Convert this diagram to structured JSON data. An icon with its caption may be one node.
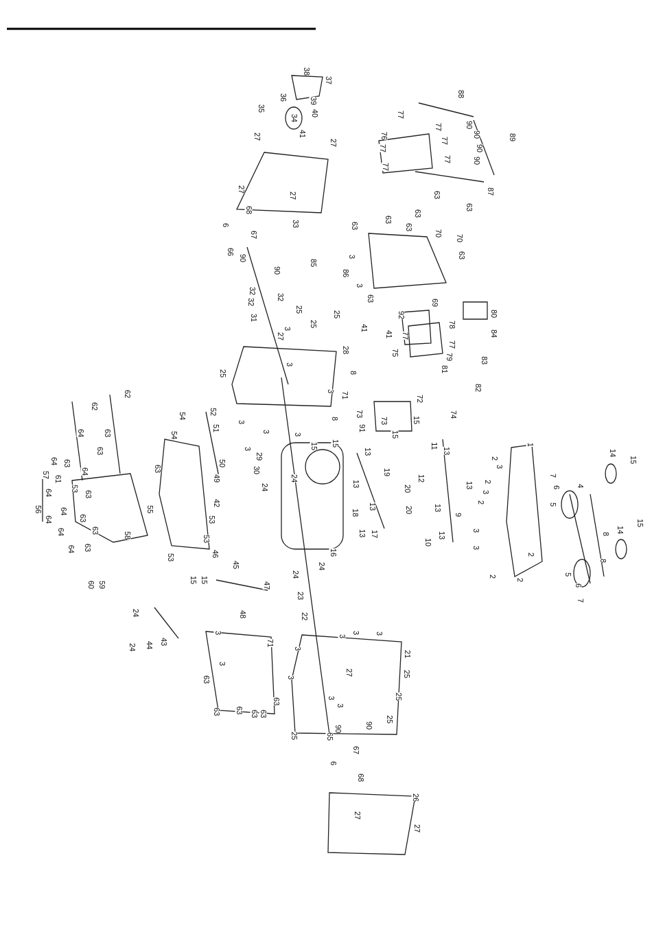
{
  "diagram": {
    "labels": [
      "38",
      "37",
      "36",
      "39",
      "35",
      "88",
      "77",
      "40",
      "34",
      "90",
      "77",
      "41",
      "76",
      "27",
      "89",
      "90",
      "77",
      "27",
      "77",
      "90",
      "77",
      "90",
      "77",
      "27",
      "87",
      "63",
      "27",
      "63",
      "68",
      "63",
      "63",
      "33",
      "6",
      "63",
      "63",
      "70",
      "67",
      "70",
      "66",
      "63",
      "3",
      "90",
      "85",
      "90",
      "86",
      "3",
      "32",
      "32",
      "63",
      "32",
      "69",
      "25",
      "80",
      "25",
      "92",
      "31",
      "25",
      "78",
      "41",
      "3",
      "84",
      "41",
      "27",
      "77",
      "77",
      "28",
      "75",
      "79",
      "83",
      "3",
      "81",
      "8",
      "25",
      "82",
      "3",
      "62",
      "71",
      "72",
      "62",
      "52",
      "73",
      "74",
      "54",
      "8",
      "15",
      "73",
      "3",
      "51",
      "91",
      "64",
      "63",
      "3",
      "3",
      "15",
      "54",
      "15",
      "1",
      "15",
      "11",
      "3",
      "63",
      "13",
      "13",
      "14",
      "29",
      "2",
      "15",
      "64",
      "63",
      "50",
      "3",
      "63",
      "57",
      "61",
      "30",
      "64",
      "19",
      "7",
      "12",
      "24",
      "49",
      "2",
      "13",
      "13",
      "4",
      "24",
      "6",
      "53",
      "20",
      "3",
      "64",
      "63",
      "2",
      "42",
      "5",
      "13",
      "13",
      "56",
      "55",
      "64",
      "18",
      "20",
      "9",
      "63",
      "64",
      "53",
      "15",
      "14",
      "3",
      "63",
      "64",
      "13",
      "17",
      "8",
      "58",
      "13",
      "53",
      "10",
      "3",
      "63",
      "64",
      "16",
      "46",
      "2",
      "53",
      "8",
      "45",
      "24",
      "5",
      "24",
      "2",
      "2",
      "15",
      "15",
      "60",
      "59",
      "47",
      "6",
      "23",
      "7",
      "24",
      "48",
      "22",
      "3",
      "3",
      "3",
      "3",
      "71",
      "43",
      "44",
      "24",
      "3",
      "21",
      "3",
      "27",
      "25",
      "3",
      "63",
      "25",
      "3",
      "63",
      "3",
      "63",
      "63",
      "63",
      "63",
      "25",
      "90",
      "90",
      "25",
      "65",
      "67",
      "6",
      "68",
      "26",
      "27",
      "27"
    ]
  }
}
